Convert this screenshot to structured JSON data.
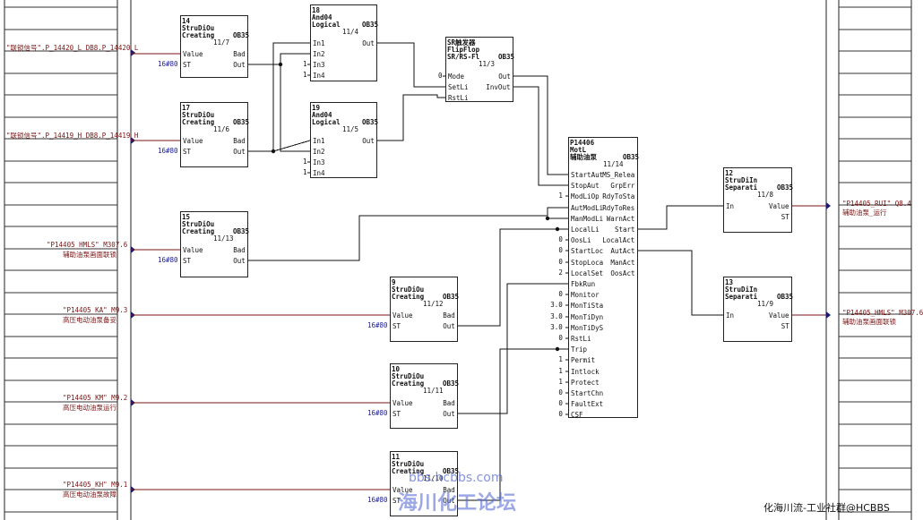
{
  "colors": {
    "wire": "#111111",
    "signal_wire": "#7a1414",
    "const_text": "#1a1a99",
    "watermark": "#5b6fd6"
  },
  "blocks": [
    {
      "id": "b14",
      "name": "14",
      "type": "StruDiOu",
      "type2": "Creating",
      "ob": "OB35",
      "slot": "11/7",
      "inputs": [
        "Value",
        "ST"
      ],
      "outputs": [
        "Bad",
        "Out"
      ]
    },
    {
      "id": "b17",
      "name": "17",
      "type": "StruDiOu",
      "type2": "Creating",
      "ob": "OB35",
      "slot": "11/6",
      "inputs": [
        "Value",
        "ST"
      ],
      "outputs": [
        "Bad",
        "Out"
      ]
    },
    {
      "id": "b15",
      "name": "15",
      "type": "StruDiOu",
      "type2": "Creating",
      "ob": "OB35",
      "slot": "11/13",
      "inputs": [
        "Value",
        "ST"
      ],
      "outputs": [
        "Bad",
        "Out"
      ]
    },
    {
      "id": "b18",
      "name": "18",
      "type": "And04",
      "type2": "Logical",
      "ob": "OB35",
      "slot": "11/4",
      "inputs": [
        "In1",
        "In2",
        "In3",
        "In4"
      ],
      "outputs": [
        "Out"
      ]
    },
    {
      "id": "b19",
      "name": "19",
      "type": "And04",
      "type2": "Logical",
      "ob": "OB35",
      "slot": "11/5",
      "inputs": [
        "In1",
        "In2",
        "In3",
        "In4"
      ],
      "outputs": [
        "Out"
      ]
    },
    {
      "id": "bsr",
      "name": "SR触发器",
      "type": "FlipFlop",
      "type2": "SR/RS-Fl",
      "ob": "OB35",
      "slot": "11/3",
      "inputs": [
        "Mode",
        "SetLi",
        "RstLi"
      ],
      "outputs": [
        "Out",
        "InvOut"
      ]
    },
    {
      "id": "b9",
      "name": "9",
      "type": "StruDiOu",
      "type2": "Creating",
      "ob": "OB35",
      "slot": "11/12",
      "inputs": [
        "Value",
        "ST"
      ],
      "outputs": [
        "Bad",
        "Out"
      ]
    },
    {
      "id": "b10",
      "name": "10",
      "type": "StruDiOu",
      "type2": "Creating",
      "ob": "OB35",
      "slot": "11/11",
      "inputs": [
        "Value",
        "ST"
      ],
      "outputs": [
        "Bad",
        "Out"
      ]
    },
    {
      "id": "b11",
      "name": "11",
      "type": "StruDiOu",
      "type2": "Creating",
      "ob": "OB35",
      "slot": "11/10",
      "inputs": [
        "Value",
        "ST"
      ],
      "outputs": [
        "Bad",
        "Out"
      ]
    },
    {
      "id": "bmot",
      "name": "P14406",
      "type": "MotL",
      "type2": "辅助油泵",
      "ob": "OB35",
      "slot": "11/14",
      "inputs": [
        "StartAut",
        "StopAut",
        "ModLiOp",
        "AutModLi",
        "ManModLi",
        "LocalLi",
        "OosLi",
        "StartLoc",
        "StopLoca",
        "LocalSet",
        "FbkRun",
        "Monitor",
        "MonTiSta",
        "MonTiDyn",
        "MonTiDyS",
        "RstLi",
        "Trip",
        "Permit",
        "Intlock",
        "Protect",
        "StartChn",
        "FaultExt",
        "CSF"
      ],
      "outputs": [
        "MS_Relea",
        "GrpErr",
        "RdyToSta",
        "RdyToRes",
        "WarnAct",
        "Start",
        "LocalAct",
        "AutAct",
        "ManAct",
        "OosAct"
      ]
    },
    {
      "id": "b12",
      "name": "12",
      "type": "StruDiIn",
      "type2": "Separati",
      "ob": "OB35",
      "slot": "11/8",
      "inputs": [
        "In"
      ],
      "outputs": [
        "Value",
        "ST"
      ]
    },
    {
      "id": "b13",
      "name": "13",
      "type": "StruDiIn",
      "type2": "Separati",
      "ob": "OB35",
      "slot": "11/9",
      "inputs": [
        "In"
      ],
      "outputs": [
        "Value",
        "ST"
      ]
    }
  ],
  "left_signals": [
    {
      "text": "\"联锁信号\".P_14420_L DB8.P_14420_L",
      "sub": ""
    },
    {
      "text": "\"联锁信号\".P_14419_H DB8.P_14419_H",
      "sub": ""
    },
    {
      "text": "\"P14405_HMLS\" M307.6",
      "sub": "辅助油泵画面联锁"
    },
    {
      "text": "\"P14405_KA\" M9.3",
      "sub": "高压电动油泵备妥"
    },
    {
      "text": "\"P14405_KM\" M9.2",
      "sub": "高压电动油泵运行"
    },
    {
      "text": "\"P14405_KH\" M9.1",
      "sub": "高压电动油泵故障"
    }
  ],
  "right_signals": [
    {
      "text": "\"P14405_RUI\" Q8.4",
      "sub": "辅助油泵_运行"
    },
    {
      "text": "\"P14405_HMLS\" M307.6",
      "sub": "辅助油泵画面联锁"
    }
  ],
  "const_st": "16#80",
  "and_consts": [
    "1",
    "1"
  ],
  "sr_mode_const": "0",
  "mot_consts": {
    "ModLiOp": "1",
    "OosLi": "0",
    "StartLoc": "0",
    "StopLoca": "0",
    "LocalSet": "2",
    "Monitor": "0",
    "MonTiSta": "3.0",
    "MonTiDyn": "3.0",
    "MonTiDyS": "3.0",
    "RstLi": "0",
    "Permit": "1",
    "Intlock": "1",
    "Protect": "1",
    "StartChn": "0",
    "FaultExt": "0",
    "CSF": "0"
  },
  "watermarks": {
    "site": "bbs.hcbbs.com",
    "forum": "海川化工论坛",
    "corner": "化海川流-工业社群@HCBBS"
  }
}
